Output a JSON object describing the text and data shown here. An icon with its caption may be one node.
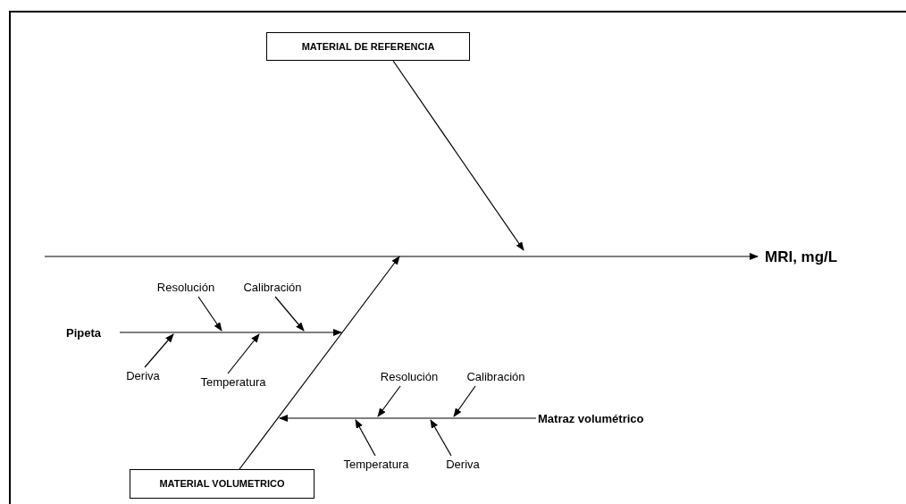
{
  "diagram": {
    "nodes": [
      {
        "text": [
          "MATERIAL DE REFERENCIA"
        ]
      },
      {
        "text": [
          "MRI, mg/L"
        ]
      },
      {
        "text": [
          "Pipeta"
        ]
      },
      {
        "text": [
          "Resolución"
        ]
      },
      {
        "text": [
          "Calibración"
        ]
      },
      {
        "text": [
          "Deriva"
        ]
      },
      {
        "text": [
          "Temperatura"
        ]
      },
      {
        "text": [
          "Resolución"
        ]
      },
      {
        "text": [
          "Calibración"
        ]
      },
      {
        "text": [
          "Matraz volumétrico"
        ]
      },
      {
        "text": [
          "Temperatura"
        ]
      },
      {
        "text": [
          "Deriva"
        ]
      },
      {
        "text": [
          "MATERIAL VOLUMETRICO"
        ]
      }
    ],
    "edges": [
      {
        "from": null,
        "to": 1,
        "arrow": "to"
      },
      {
        "from": 0,
        "to": null,
        "arrow": "to"
      },
      {
        "from": 12,
        "to": null,
        "arrow": "to"
      },
      {
        "from": 2,
        "to": null,
        "arrow": "to"
      },
      {
        "from": 3,
        "to": null,
        "arrow": "to"
      },
      {
        "from": 4,
        "to": null,
        "arrow": "to"
      },
      {
        "from": 5,
        "to": null,
        "arrow": "to"
      },
      {
        "from": 6,
        "to": null,
        "arrow": "to"
      },
      {
        "from": 9,
        "to": null,
        "arrow": "to"
      },
      {
        "from": 7,
        "to": null,
        "arrow": "to"
      },
      {
        "from": 8,
        "to": null,
        "arrow": "to"
      },
      {
        "from": 10,
        "to": null,
        "arrow": "to"
      },
      {
        "from": 11,
        "to": null,
        "arrow": "to"
      }
    ]
  }
}
